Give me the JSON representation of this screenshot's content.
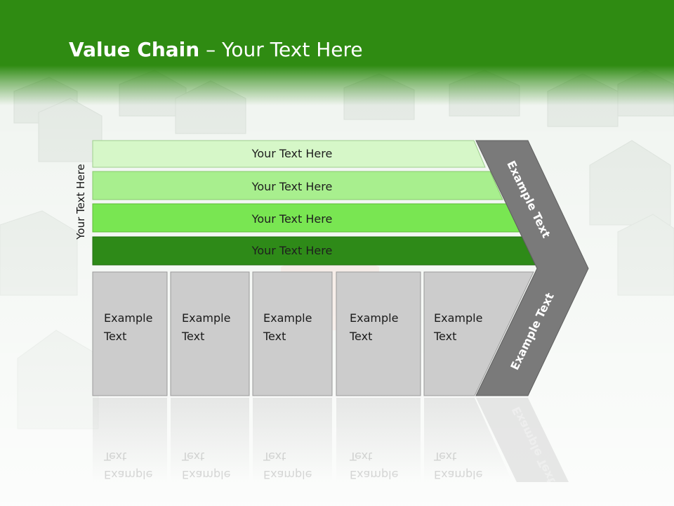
{
  "slide": {
    "title_bold": "Value Chain",
    "title_rest": " – Your Text Here",
    "side_label": "Your Text Here"
  },
  "bars": [
    {
      "label": "Your Text Here",
      "fill": "#d6f7c8"
    },
    {
      "label": "Your Text Here",
      "fill": "#a8ef8e"
    },
    {
      "label": "Your Text Here",
      "fill": "#79e652"
    },
    {
      "label": "Your Text Here",
      "fill": "#2e8a18"
    }
  ],
  "boxes": [
    {
      "label": "Example\nText"
    },
    {
      "label": "Example\nText"
    },
    {
      "label": "Example\nText"
    },
    {
      "label": "Example\nText"
    },
    {
      "label": "Example\nText"
    }
  ],
  "chevron": {
    "upper_label": "Example Text",
    "lower_label": "Example Text",
    "fill": "#7a7a7a"
  },
  "colors": {
    "header": "#2f8b12",
    "box_fill": "#cccccc"
  }
}
